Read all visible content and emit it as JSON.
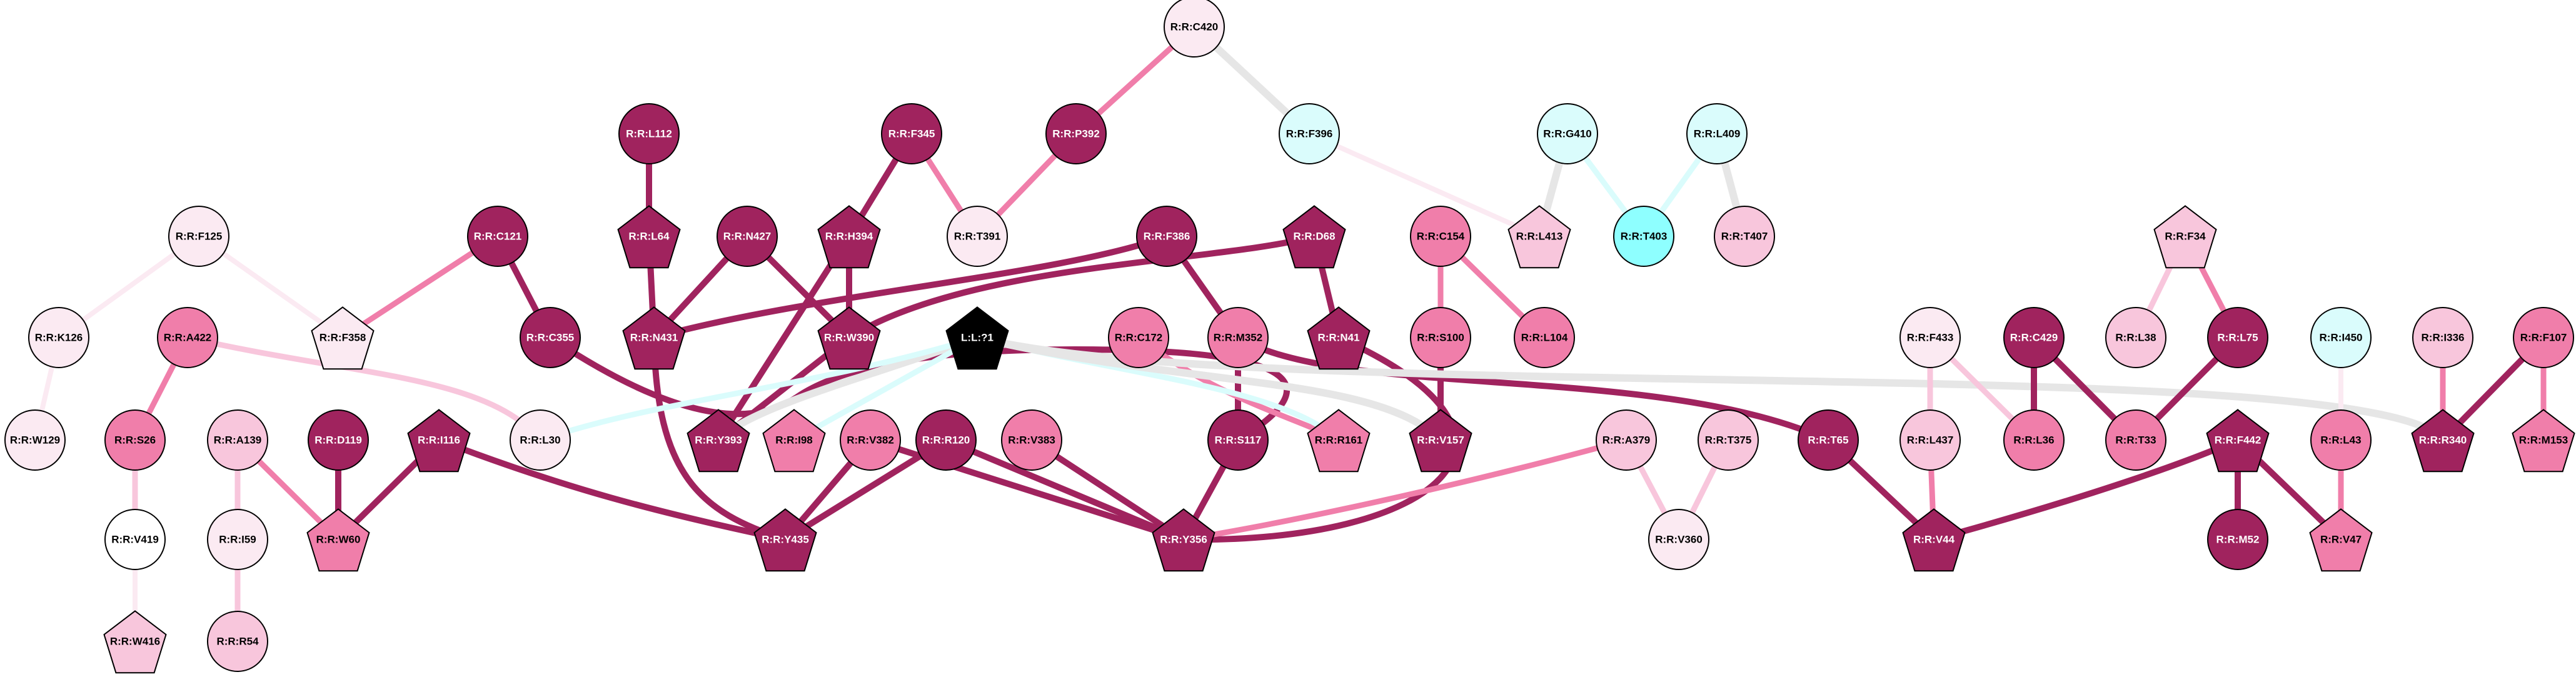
{
  "title": "Residue interaction network",
  "palette": {
    "d": "#A0235E",
    "m": "#F07EAA",
    "l": "#F8C6DC",
    "v": "#FBEAF2",
    "w": "#FFFFFF",
    "c": "#DAFCFC",
    "C": "#8EFFFF",
    "k": "#000000",
    "g": "#E6E6E6"
  },
  "nodes": [
    {
      "id": "R:R:C420",
      "shape": "circle",
      "color": "v"
    },
    {
      "id": "R:R:L112",
      "shape": "circle",
      "color": "d"
    },
    {
      "id": "R:R:F345",
      "shape": "circle",
      "color": "d"
    },
    {
      "id": "R:R:P392",
      "shape": "circle",
      "color": "d"
    },
    {
      "id": "R:R:F396",
      "shape": "circle",
      "color": "c"
    },
    {
      "id": "R:R:G410",
      "shape": "circle",
      "color": "c"
    },
    {
      "id": "R:R:L409",
      "shape": "circle",
      "color": "c"
    },
    {
      "id": "R:R:F125",
      "shape": "circle",
      "color": "v"
    },
    {
      "id": "R:R:C121",
      "shape": "circle",
      "color": "d"
    },
    {
      "id": "R:R:L64",
      "shape": "pentagon",
      "color": "d"
    },
    {
      "id": "R:R:N427",
      "shape": "circle",
      "color": "d"
    },
    {
      "id": "R:R:H394",
      "shape": "pentagon",
      "color": "d"
    },
    {
      "id": "R:R:T391",
      "shape": "circle",
      "color": "v"
    },
    {
      "id": "R:R:F386",
      "shape": "circle",
      "color": "d"
    },
    {
      "id": "R:R:D68",
      "shape": "pentagon",
      "color": "d"
    },
    {
      "id": "R:R:C154",
      "shape": "circle",
      "color": "m"
    },
    {
      "id": "R:R:L413",
      "shape": "pentagon",
      "color": "l"
    },
    {
      "id": "R:R:T403",
      "shape": "circle",
      "color": "C"
    },
    {
      "id": "R:R:T407",
      "shape": "circle",
      "color": "l"
    },
    {
      "id": "R:R:F34",
      "shape": "pentagon",
      "color": "l"
    },
    {
      "id": "R:R:K126",
      "shape": "circle",
      "color": "v"
    },
    {
      "id": "R:R:A422",
      "shape": "circle",
      "color": "m"
    },
    {
      "id": "R:R:F358",
      "shape": "pentagon",
      "color": "v"
    },
    {
      "id": "R:R:C355",
      "shape": "circle",
      "color": "d"
    },
    {
      "id": "R:R:N431",
      "shape": "pentagon",
      "color": "d"
    },
    {
      "id": "R:R:W390",
      "shape": "pentagon",
      "color": "d"
    },
    {
      "id": "L:L:?1",
      "shape": "pentagon",
      "color": "k"
    },
    {
      "id": "R:R:C172",
      "shape": "circle",
      "color": "m"
    },
    {
      "id": "R:R:M352",
      "shape": "circle",
      "color": "m"
    },
    {
      "id": "R:R:N41",
      "shape": "pentagon",
      "color": "d"
    },
    {
      "id": "R:R:S100",
      "shape": "circle",
      "color": "m"
    },
    {
      "id": "R:R:L104",
      "shape": "circle",
      "color": "m"
    },
    {
      "id": "R:R:F433",
      "shape": "circle",
      "color": "v"
    },
    {
      "id": "R:R:C429",
      "shape": "circle",
      "color": "d"
    },
    {
      "id": "R:R:L38",
      "shape": "circle",
      "color": "l"
    },
    {
      "id": "R:R:L75",
      "shape": "circle",
      "color": "d"
    },
    {
      "id": "R:R:I450",
      "shape": "circle",
      "color": "c"
    },
    {
      "id": "R:R:I336",
      "shape": "circle",
      "color": "l"
    },
    {
      "id": "R:R:F107",
      "shape": "circle",
      "color": "m"
    },
    {
      "id": "R:R:W129",
      "shape": "circle",
      "color": "v"
    },
    {
      "id": "R:R:S26",
      "shape": "circle",
      "color": "m"
    },
    {
      "id": "R:R:A139",
      "shape": "circle",
      "color": "l"
    },
    {
      "id": "R:R:D119",
      "shape": "circle",
      "color": "d"
    },
    {
      "id": "R:R:I116",
      "shape": "pentagon",
      "color": "d"
    },
    {
      "id": "R:R:L30",
      "shape": "circle",
      "color": "v"
    },
    {
      "id": "R:R:Y393",
      "shape": "pentagon",
      "color": "d"
    },
    {
      "id": "R:R:I98",
      "shape": "pentagon",
      "color": "m"
    },
    {
      "id": "R:R:V382",
      "shape": "circle",
      "color": "m"
    },
    {
      "id": "R:R:R120",
      "shape": "circle",
      "color": "d"
    },
    {
      "id": "R:R:V383",
      "shape": "circle",
      "color": "m"
    },
    {
      "id": "R:R:S117",
      "shape": "circle",
      "color": "d"
    },
    {
      "id": "R:R:R161",
      "shape": "pentagon",
      "color": "m"
    },
    {
      "id": "R:R:V157",
      "shape": "pentagon",
      "color": "d"
    },
    {
      "id": "R:R:A379",
      "shape": "circle",
      "color": "l"
    },
    {
      "id": "R:R:T375",
      "shape": "circle",
      "color": "l"
    },
    {
      "id": "R:R:T65",
      "shape": "circle",
      "color": "d"
    },
    {
      "id": "R:R:L437",
      "shape": "circle",
      "color": "l"
    },
    {
      "id": "R:R:L36",
      "shape": "circle",
      "color": "m"
    },
    {
      "id": "R:R:T33",
      "shape": "circle",
      "color": "m"
    },
    {
      "id": "R:R:F442",
      "shape": "pentagon",
      "color": "d"
    },
    {
      "id": "R:R:L43",
      "shape": "circle",
      "color": "m"
    },
    {
      "id": "R:R:R340",
      "shape": "pentagon",
      "color": "d"
    },
    {
      "id": "R:R:M153",
      "shape": "pentagon",
      "color": "m"
    },
    {
      "id": "R:R:V419",
      "shape": "circle",
      "color": "w"
    },
    {
      "id": "R:R:I59",
      "shape": "circle",
      "color": "v"
    },
    {
      "id": "R:R:W60",
      "shape": "pentagon",
      "color": "m"
    },
    {
      "id": "R:R:Y435",
      "shape": "pentagon",
      "color": "d"
    },
    {
      "id": "R:R:Y356",
      "shape": "pentagon",
      "color": "d"
    },
    {
      "id": "R:R:V360",
      "shape": "circle",
      "color": "v"
    },
    {
      "id": "R:R:V44",
      "shape": "pentagon",
      "color": "d"
    },
    {
      "id": "R:R:M52",
      "shape": "circle",
      "color": "d"
    },
    {
      "id": "R:R:V47",
      "shape": "pentagon",
      "color": "m"
    },
    {
      "id": "R:R:W416",
      "shape": "pentagon",
      "color": "l"
    },
    {
      "id": "R:R:R54",
      "shape": "circle",
      "color": "l"
    }
  ],
  "edges": [
    {
      "source": "R:R:C420",
      "target": "R:R:P392",
      "color": "m"
    },
    {
      "source": "R:R:C420",
      "target": "R:R:F396",
      "color": "g"
    },
    {
      "source": "R:R:F396",
      "target": "R:R:L413",
      "color": "v"
    },
    {
      "source": "R:R:G410",
      "target": "R:R:L413",
      "color": "g"
    },
    {
      "source": "R:R:G410",
      "target": "R:R:T403",
      "color": "c"
    },
    {
      "source": "R:R:L409",
      "target": "R:R:T403",
      "color": "c"
    },
    {
      "source": "R:R:L409",
      "target": "R:R:T407",
      "color": "g"
    },
    {
      "source": "R:R:L112",
      "target": "R:R:L64",
      "color": "d"
    },
    {
      "source": "R:R:F345",
      "target": "R:R:H394",
      "color": "d"
    },
    {
      "source": "R:R:F345",
      "target": "R:R:T391",
      "color": "m"
    },
    {
      "source": "R:R:P392",
      "target": "R:R:T391",
      "color": "m"
    },
    {
      "source": "R:R:F125",
      "target": "R:R:K126",
      "color": "v"
    },
    {
      "source": "R:R:F125",
      "target": "R:R:F358",
      "color": "v"
    },
    {
      "source": "R:R:K126",
      "target": "R:R:W129",
      "color": "v"
    },
    {
      "source": "R:R:C121",
      "target": "R:R:F358",
      "color": "m"
    },
    {
      "source": "R:R:C121",
      "target": "R:R:C355",
      "color": "d"
    },
    {
      "source": "R:R:L64",
      "target": "R:R:N431",
      "color": "d"
    },
    {
      "source": "R:R:N427",
      "target": "R:R:N431",
      "color": "d"
    },
    {
      "source": "R:R:N427",
      "target": "R:R:W390",
      "color": "d"
    },
    {
      "source": "R:R:H394",
      "target": "R:R:W390",
      "color": "d"
    },
    {
      "source": "R:R:H394",
      "target": "R:R:Y393",
      "color": "d"
    },
    {
      "source": "R:R:F386",
      "target": "R:R:N431",
      "color": "d",
      "curve": true
    },
    {
      "source": "R:R:D68",
      "target": "R:R:W390",
      "color": "d",
      "curve": true
    },
    {
      "source": "R:R:F386",
      "target": "R:R:M352",
      "color": "d"
    },
    {
      "source": "R:R:D68",
      "target": "R:R:N41",
      "color": "d"
    },
    {
      "source": "R:R:C154",
      "target": "R:R:S100",
      "color": "m"
    },
    {
      "source": "R:R:C154",
      "target": "R:R:L104",
      "color": "m"
    },
    {
      "source": "R:R:A422",
      "target": "R:R:S26",
      "color": "m"
    },
    {
      "source": "R:R:A422",
      "target": "R:R:L30",
      "color": "l",
      "curve": true
    },
    {
      "source": "R:R:S26",
      "target": "R:R:V419",
      "color": "l"
    },
    {
      "source": "R:R:V419",
      "target": "R:R:W416",
      "color": "v"
    },
    {
      "source": "R:R:A139",
      "target": "R:R:I59",
      "color": "l"
    },
    {
      "source": "R:R:I59",
      "target": "R:R:R54",
      "color": "l"
    },
    {
      "source": "R:R:A139",
      "target": "R:R:W60",
      "color": "m"
    },
    {
      "source": "R:R:D119",
      "target": "R:R:W60",
      "color": "d"
    },
    {
      "source": "R:R:I116",
      "target": "R:R:W60",
      "color": "d"
    },
    {
      "source": "R:R:I116",
      "target": "R:R:Y435",
      "color": "d",
      "curve": true
    },
    {
      "source": "R:R:N431",
      "target": "R:R:Y435",
      "color": "d",
      "curve": true
    },
    {
      "source": "R:R:W390",
      "target": "R:R:Y393",
      "color": "d"
    },
    {
      "source": "R:R:V382",
      "target": "R:R:Y435",
      "color": "d"
    },
    {
      "source": "R:R:R120",
      "target": "R:R:Y435",
      "color": "d"
    },
    {
      "source": "R:R:V382",
      "target": "R:R:Y356",
      "color": "d"
    },
    {
      "source": "R:R:R120",
      "target": "R:R:Y356",
      "color": "d"
    },
    {
      "source": "R:R:V383",
      "target": "R:R:Y356",
      "color": "d"
    },
    {
      "source": "R:R:S117",
      "target": "R:R:Y356",
      "color": "d"
    },
    {
      "source": "R:R:C355",
      "target": "R:R:S117",
      "color": "d",
      "curve": true
    },
    {
      "source": "R:R:M352",
      "target": "R:R:S117",
      "color": "d"
    },
    {
      "source": "R:R:C172",
      "target": "R:R:R161",
      "color": "m",
      "curve": true
    },
    {
      "source": "R:R:S100",
      "target": "R:R:V157",
      "color": "d"
    },
    {
      "source": "R:R:M352",
      "target": "R:R:T65",
      "color": "d",
      "curve": true
    },
    {
      "source": "R:R:N41",
      "target": "R:R:Y356",
      "color": "d",
      "curve": true
    },
    {
      "source": "R:R:A379",
      "target": "R:R:Y356",
      "color": "m",
      "curve": true
    },
    {
      "source": "R:R:A379",
      "target": "R:R:V360",
      "color": "l"
    },
    {
      "source": "R:R:T375",
      "target": "R:R:V360",
      "color": "l"
    },
    {
      "source": "L:L:?1",
      "target": "R:R:Y393",
      "color": "g",
      "curve": true
    },
    {
      "source": "L:L:?1",
      "target": "R:R:L30",
      "color": "c",
      "curve": true
    },
    {
      "source": "L:L:?1",
      "target": "R:R:I98",
      "color": "c"
    },
    {
      "source": "L:L:?1",
      "target": "R:R:R161",
      "color": "c",
      "curve": true
    },
    {
      "source": "L:L:?1",
      "target": "R:R:V157",
      "color": "g",
      "curve": true
    },
    {
      "source": "L:L:?1",
      "target": "R:R:R340",
      "color": "g",
      "curve": true
    },
    {
      "source": "R:R:F433",
      "target": "R:R:L437",
      "color": "l"
    },
    {
      "source": "R:R:F433",
      "target": "R:R:L36",
      "color": "l"
    },
    {
      "source": "R:R:C429",
      "target": "R:R:L36",
      "color": "d"
    },
    {
      "source": "R:R:C429",
      "target": "R:R:T33",
      "color": "d"
    },
    {
      "source": "R:R:L75",
      "target": "R:R:T33",
      "color": "d"
    },
    {
      "source": "R:R:F34",
      "target": "R:R:L38",
      "color": "l"
    },
    {
      "source": "R:R:F34",
      "target": "R:R:L75",
      "color": "m"
    },
    {
      "source": "R:R:T65",
      "target": "R:R:V44",
      "color": "d"
    },
    {
      "source": "R:R:L437",
      "target": "R:R:V44",
      "color": "m"
    },
    {
      "source": "R:R:F442",
      "target": "R:R:V44",
      "color": "d",
      "curve": true
    },
    {
      "source": "R:R:F442",
      "target": "R:R:M52",
      "color": "d"
    },
    {
      "source": "R:R:F442",
      "target": "R:R:V47",
      "color": "d"
    },
    {
      "source": "R:R:L43",
      "target": "R:R:V47",
      "color": "m"
    },
    {
      "source": "R:R:I450",
      "target": "R:R:L43",
      "color": "v"
    },
    {
      "source": "R:R:I336",
      "target": "R:R:R340",
      "color": "m"
    },
    {
      "source": "R:R:F107",
      "target": "R:R:R340",
      "color": "d"
    },
    {
      "source": "R:R:F107",
      "target": "R:R:M153",
      "color": "m"
    }
  ]
}
